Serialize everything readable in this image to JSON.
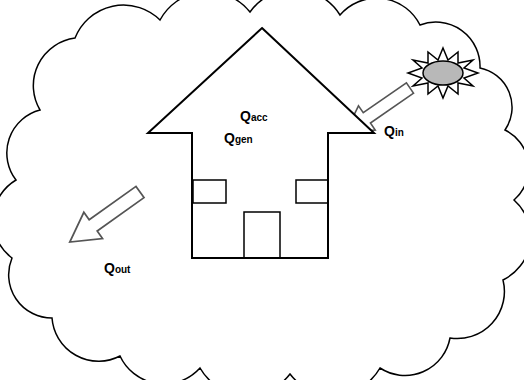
{
  "diagram": {
    "nodes": [
      {
        "text": [
          "Qin",
          "Qout"
        ]
      },
      {
        "text": [
          "Qacc",
          "Qgen"
        ],
        "in": 0
      }
    ]
  }
}
